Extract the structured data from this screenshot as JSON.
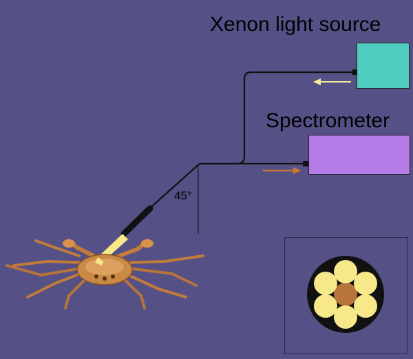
{
  "labels": {
    "light_source": "Xenon light source",
    "spectrometer": "Spectrometer",
    "angle": "45°"
  },
  "colors": {
    "background": "#555085",
    "light_source_box": "#4ecdc0",
    "spectrometer_box": "#b57be6",
    "outgoing_arrow": "#f5ea9a",
    "return_arrow": "#c87a30",
    "fiber_light": "#f7e98a",
    "fiber_return": "#b8743a",
    "bundle_ring": "#111111"
  },
  "icons": {
    "specimen": "crab-icon",
    "probe_tip": "light-cone-icon"
  }
}
